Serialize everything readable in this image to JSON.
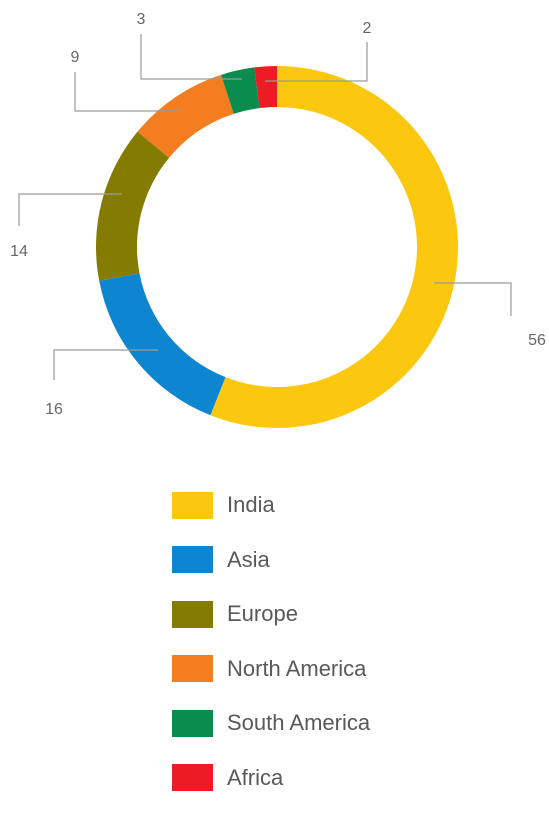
{
  "chart_data": {
    "type": "donut",
    "categories": [
      "India",
      "Asia",
      "Europe",
      "North America",
      "South America",
      "Africa"
    ],
    "values": [
      56,
      16,
      14,
      9,
      3,
      2
    ],
    "colors": [
      "#fcc70f",
      "#0d85cf",
      "#847c00",
      "#f47d20",
      "#0b8c4f",
      "#ed1c24"
    ],
    "data_labels": [
      "56",
      "16",
      "14",
      "9",
      "3",
      "2"
    ],
    "start_angle_deg": 0,
    "direction": "clockwise",
    "legend_position": "bottom"
  }
}
